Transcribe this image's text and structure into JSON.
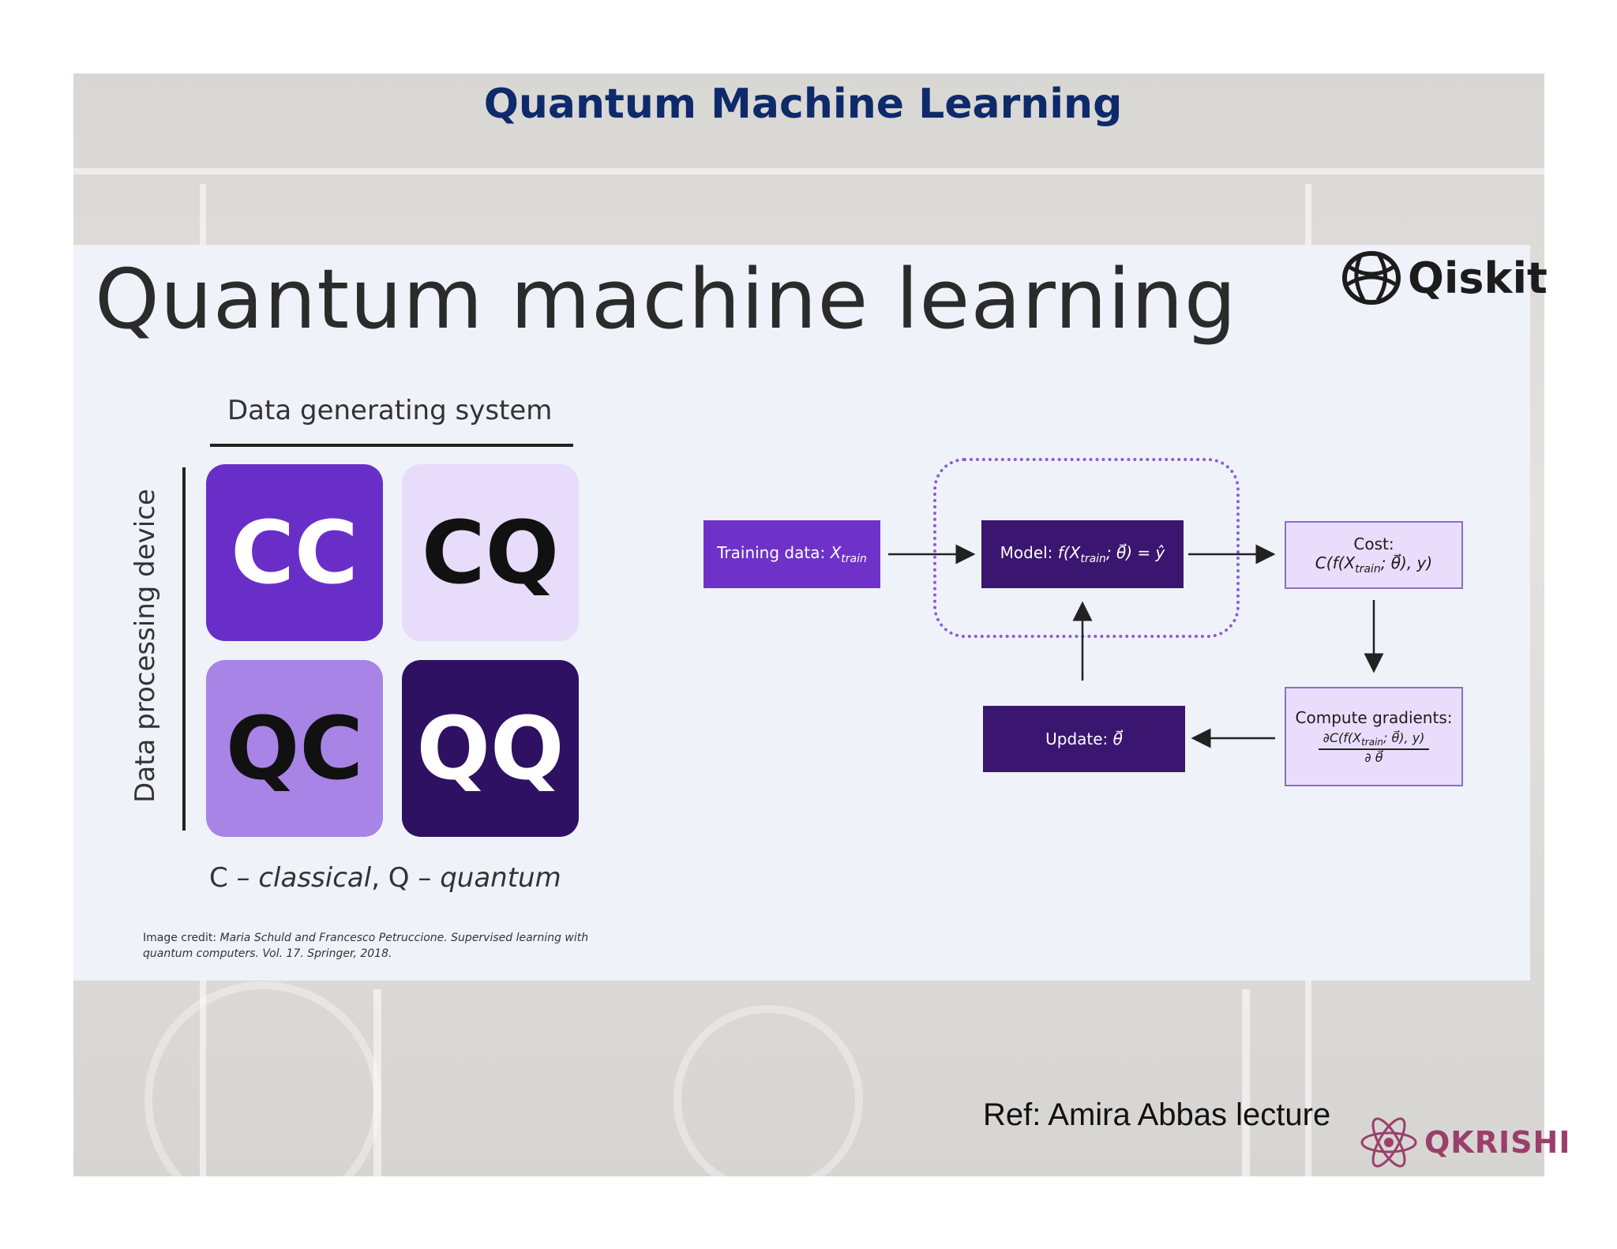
{
  "slide": {
    "title": "Quantum Machine Learning",
    "ref": "Ref: Amira Abbas lecture",
    "brand": "QKRISHI"
  },
  "panel": {
    "title": "Quantum machine learning",
    "logo_text": "Qiskit",
    "matrix": {
      "x_label": "Data generating system",
      "y_label": "Data processing device",
      "tiles": [
        {
          "text": "CC",
          "bg": "#6a2ec8",
          "fg": "#ffffff"
        },
        {
          "text": "CQ",
          "bg": "#e8dcfb",
          "fg": "#111111"
        },
        {
          "text": "QC",
          "bg": "#a784e6",
          "fg": "#111111"
        },
        {
          "text": "QQ",
          "bg": "#2e1163",
          "fg": "#ffffff"
        }
      ],
      "legend_c": "C – ",
      "legend_classical": "classical",
      "legend_sep": ", Q – ",
      "legend_quantum": "quantum"
    },
    "credit": {
      "prefix": "Image credit:",
      "work": "Maria Schuld and Francesco Petruccione. Supervised learning with quantum computers. Vol. 17. Springer, 2018."
    },
    "flow": {
      "training_label": "Training data: ",
      "training_var": "X",
      "training_sub": "train",
      "model_label": "Model: ",
      "model_formula": "f(X",
      "model_sub": "train",
      "model_rest": "; θ⃗) = ŷ",
      "cost_label": "Cost:",
      "cost_formula": "C(f(X",
      "cost_sub": "train",
      "cost_rest": "; θ⃗), y)",
      "gradients_label": "Compute gradients:",
      "grad_num": "∂C(f(X",
      "grad_num_sub": "train",
      "grad_num_rest": "; θ⃗), y)",
      "grad_den": "∂ θ⃗",
      "update_label": "Update: ",
      "update_var": "θ⃗"
    }
  }
}
